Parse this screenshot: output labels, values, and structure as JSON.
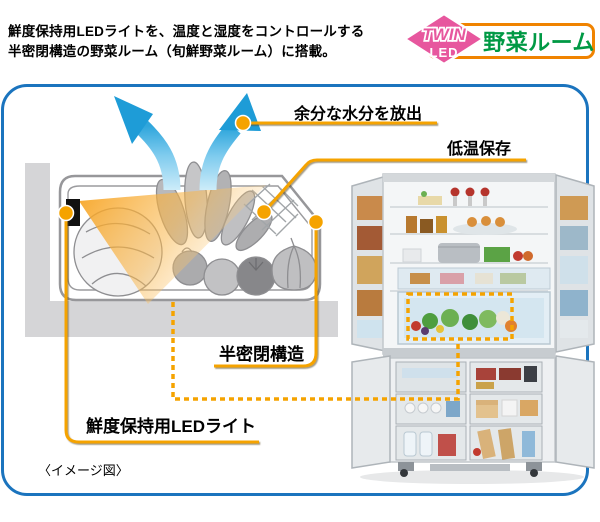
{
  "header": {
    "line1": "鮮度保持用LEDライトを、温度と湿度をコントロールする",
    "line2": "半密閉構造の野菜ルーム（旬鮮野菜ルーム）に搭載。"
  },
  "badge": {
    "twin": "TWIN",
    "led": "LED",
    "label": "野菜ルーム"
  },
  "diagram": {
    "callout_moisture": "余分な水分を放出",
    "callout_lowtemp": "低温保存",
    "callout_semiclosed": "半密閉構造",
    "callout_led": "鮮度保持用LEDライト",
    "caption": "〈イメージ図〉"
  },
  "colors": {
    "frame_blue": "#1b74be",
    "callout_orange": "#f5a300",
    "arrow_blue": "#1e9cd7",
    "badge_pink": "#e7579e",
    "badge_border_orange": "#f08300",
    "badge_green": "#009944",
    "led_glow": "#f7a21e",
    "wall_gray": "#d5d5d7"
  }
}
